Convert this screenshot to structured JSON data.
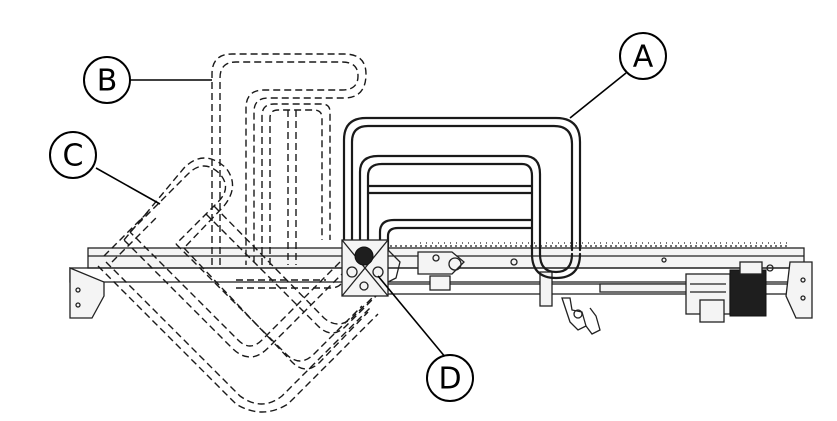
{
  "diagram": {
    "callouts": [
      {
        "id": "A",
        "label": "A"
      },
      {
        "id": "B",
        "label": "B"
      },
      {
        "id": "C",
        "label": "C"
      },
      {
        "id": "D",
        "label": "D"
      }
    ],
    "colors": {
      "line": "#1a1a1a",
      "background": "#ffffff"
    }
  }
}
